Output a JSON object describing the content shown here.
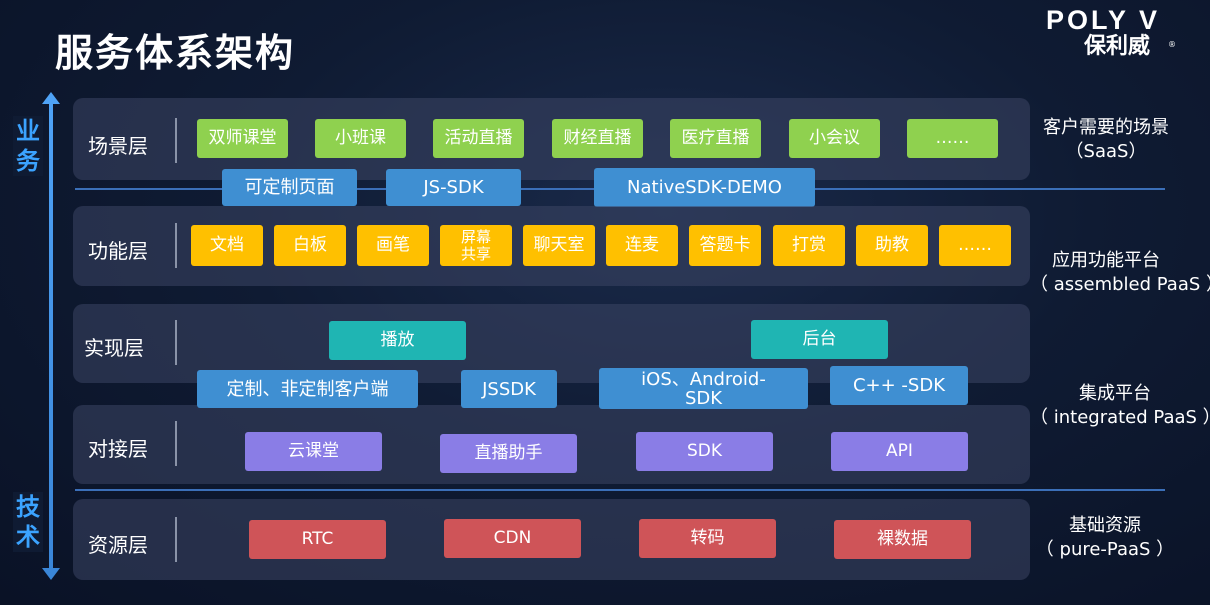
{
  "title": "服务体系架构",
  "logo": {
    "top": "POLY V",
    "bottom": "保利威",
    "reg": "®"
  },
  "axis": {
    "top_label": [
      "业",
      "务"
    ],
    "bottom_label": [
      "技",
      "术"
    ]
  },
  "layers": {
    "scene": {
      "label": "场景层",
      "items": [
        "双师课堂",
        "小班课",
        "活动直播",
        "财经直播",
        "医疗直播",
        "小会议",
        "……"
      ],
      "side": [
        "客户需要的场景",
        "（SaaS）"
      ]
    },
    "bridge": {
      "items": [
        "可定制页面",
        "JS-SDK",
        "NativeSDK-DEMO"
      ]
    },
    "function": {
      "label": "功能层",
      "items": [
        "文档",
        "白板",
        "画笔",
        "屏幕",
        "共享",
        "聊天室",
        "连麦",
        "答题卡",
        "打赏",
        "助教",
        "……"
      ],
      "side": [
        "应用功能平台",
        "（ assembled PaaS ）"
      ]
    },
    "implementation": {
      "label": "实现层",
      "items": [
        "播放",
        "后台"
      ]
    },
    "clients": {
      "items": [
        "定制、非定制客户端",
        "JSSDK",
        "iOS、Android-",
        "SDK",
        "C++ -SDK"
      ]
    },
    "integration": {
      "label": "对接层",
      "items": [
        "云课堂",
        "直播助手",
        "SDK",
        "API"
      ],
      "side": [
        "集成平台",
        "（ integrated PaaS ）"
      ]
    },
    "resource": {
      "label": "资源层",
      "items": [
        "RTC",
        "CDN",
        "转码",
        "裸数据"
      ],
      "side": [
        "基础资源",
        "（ pure-PaaS ）"
      ]
    }
  }
}
